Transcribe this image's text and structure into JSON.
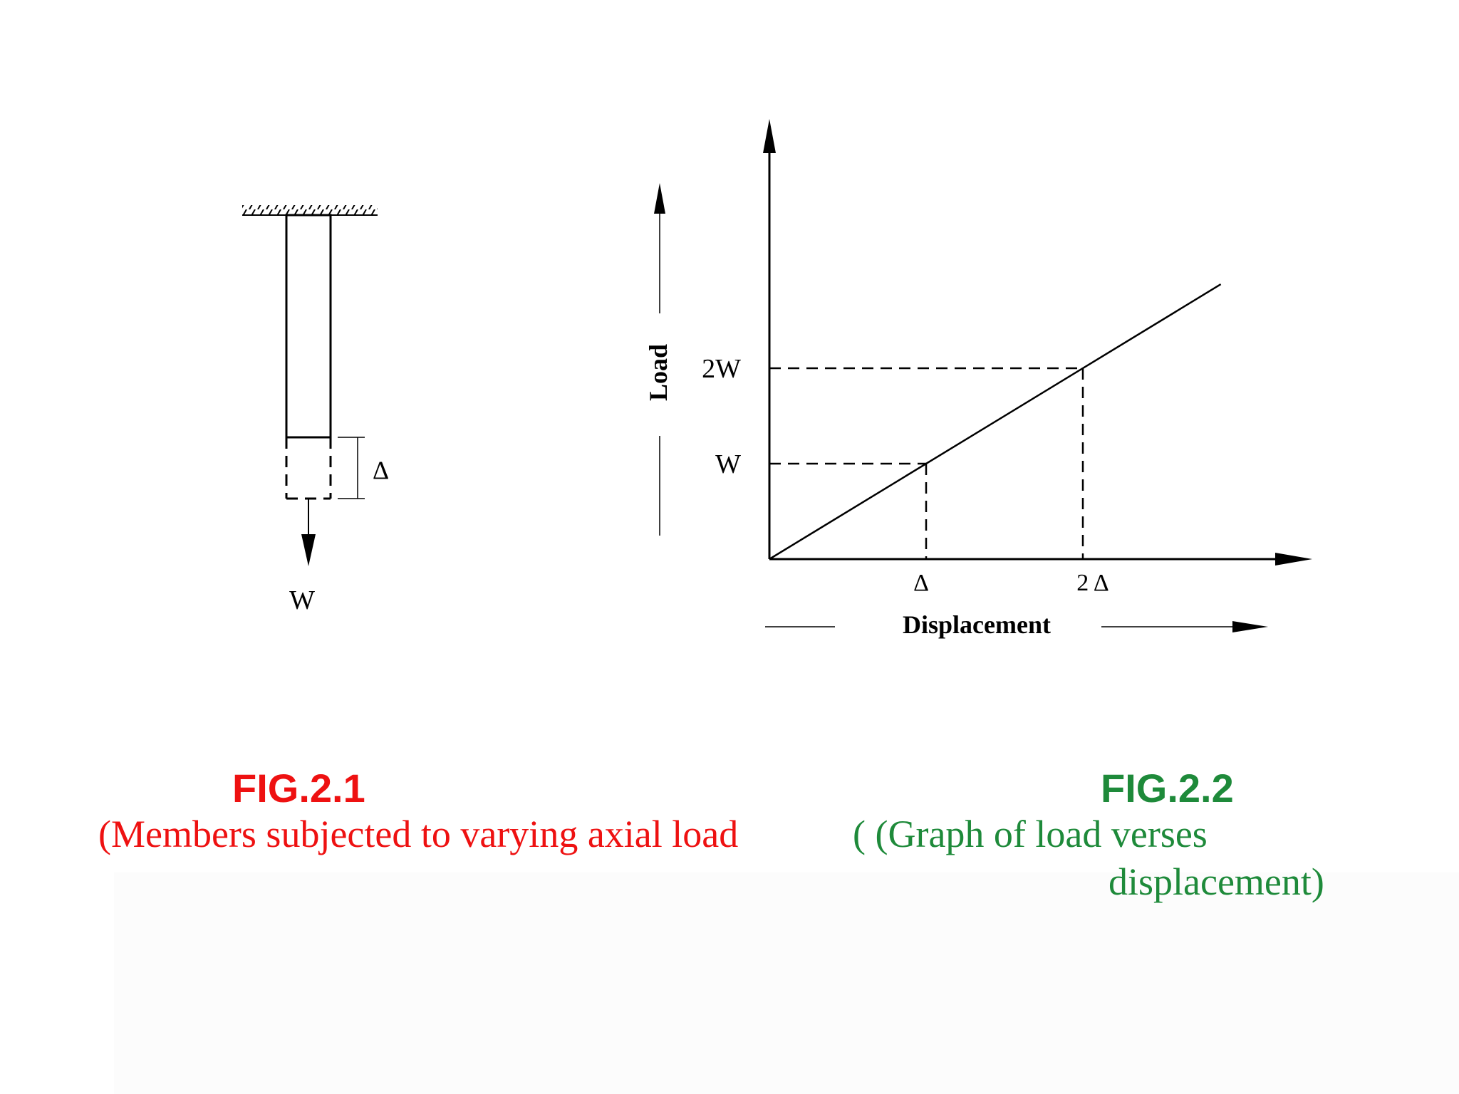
{
  "colors": {
    "fig1": "#ee1111",
    "fig2": "#1e8a3a",
    "ink": "#000000"
  },
  "fig1": {
    "load_label": "W",
    "delta_label": "Δ",
    "title": "FIG.2.1",
    "caption": "(Members subjected to varying axial load"
  },
  "fig2": {
    "y_axis_label": "Load",
    "x_axis_label": "Displacement",
    "y_tick_w": "W",
    "y_tick_2w": "2W",
    "x_tick_delta": "Δ",
    "x_tick_2delta": "2 Δ",
    "title": "FIG.2.2",
    "caption_line1": "( (Graph of load verses",
    "caption_line2": "displacement)"
  },
  "chart_data": {
    "type": "line",
    "title": "",
    "xlabel": "Displacement",
    "ylabel": "Load",
    "series": [
      {
        "x": [
          0,
          1,
          2
        ],
        "y": [
          0,
          1,
          2
        ]
      }
    ],
    "x_ticks": [
      "Δ",
      "2 Δ"
    ],
    "y_ticks": [
      "W",
      "2W"
    ],
    "grid": false
  }
}
